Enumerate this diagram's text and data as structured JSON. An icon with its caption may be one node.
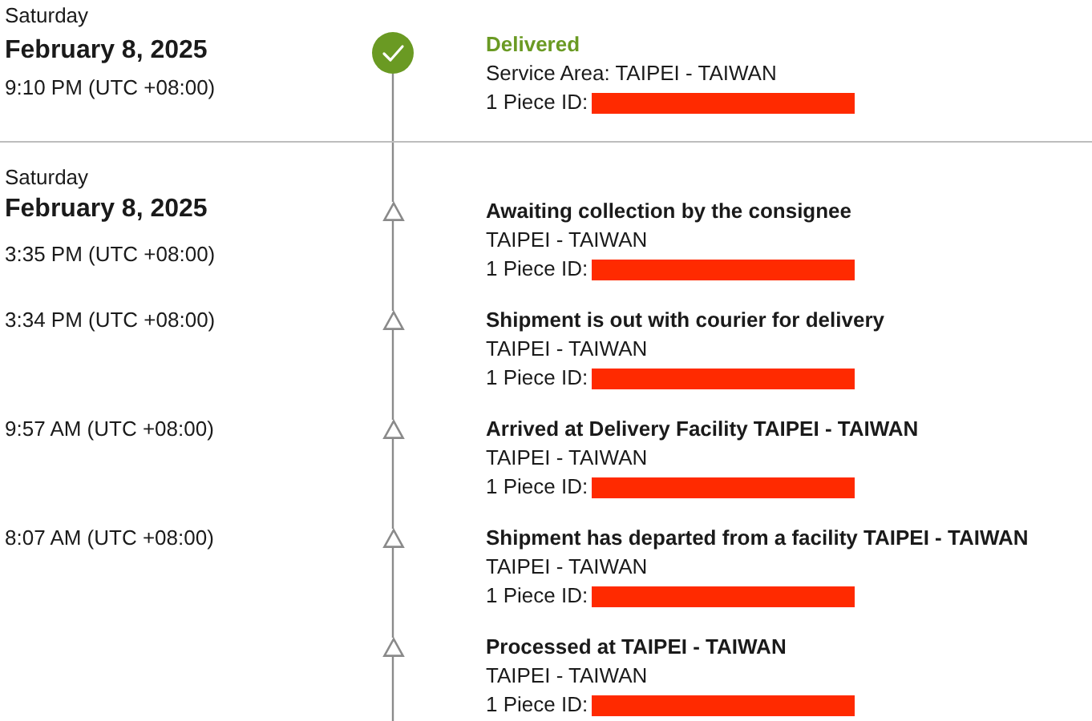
{
  "diagram": {
    "nodes": [
      {
        "text": [],
        "shape": "circle",
        "beside": [
          "Delivered",
          "Service Area: TAIPEI - TAIWAN",
          "1 Piece ID:"
        ]
      },
      {
        "text": [],
        "shape": "triangle",
        "beside": [
          "Awaiting collection by the consignee",
          "TAIPEI - TAIWAN",
          "1 Piece ID:"
        ]
      },
      {
        "text": [],
        "shape": "triangle",
        "beside": [
          "Shipment is out with courier for delivery",
          "TAIPEI - TAIWAN",
          "1 Piece ID:"
        ]
      },
      {
        "text": [],
        "shape": "triangle",
        "beside": [
          "Arrived at Delivery Facility TAIPEI - TAIWAN",
          "TAIPEI - TAIWAN",
          "1 Piece ID:"
        ]
      },
      {
        "text": [],
        "shape": "triangle",
        "beside": [
          "Shipment has departed from a facility TAIPEI - TAIWAN",
          "TAIPEI - TAIWAN",
          "1 Piece ID:"
        ]
      },
      {
        "text": [],
        "shape": "triangle",
        "beside": [
          "Processed at TAIPEI - TAIWAN",
          "TAIPEI - TAIWAN",
          "1 Piece ID:"
        ]
      }
    ],
    "edges": [
      {
        "from": 0,
        "to": 1,
        "arrow": "none"
      },
      {
        "from": 1,
        "to": 2,
        "arrow": "none"
      },
      {
        "from": 2,
        "to": 3,
        "arrow": "none"
      },
      {
        "from": 3,
        "to": 4,
        "arrow": "none"
      },
      {
        "from": 4,
        "to": 5,
        "arrow": "none"
      },
      {
        "from": 5,
        "to": null,
        "arrow": "none"
      }
    ],
    "labels": [
      "Saturday",
      "February 8, 2025",
      "9:10 PM (UTC +08:00)",
      "Saturday",
      "February 8, 2025",
      "3:35 PM (UTC +08:00)",
      "3:34 PM (UTC +08:00)",
      "9:57 AM (UTC +08:00)",
      "8:07 AM (UTC +08:00)"
    ]
  }
}
